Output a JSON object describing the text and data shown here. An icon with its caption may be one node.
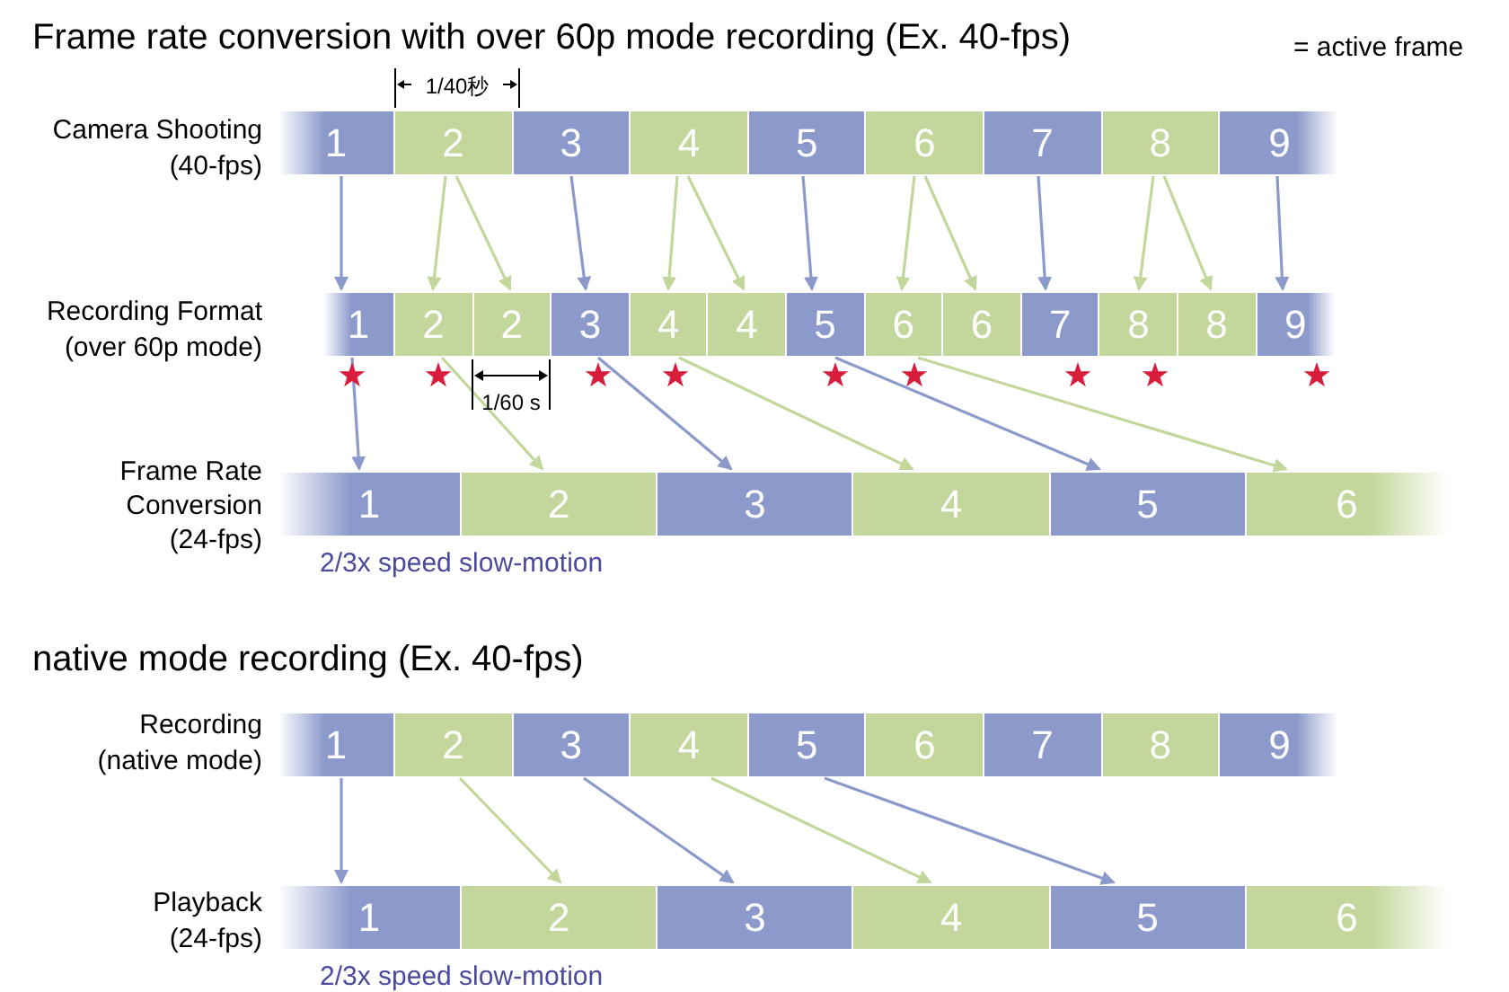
{
  "diagram": {
    "title": "Frame rate conversion with over 60p mode recording (Ex. 40-fps)",
    "nodes": [
      {
        "text": [
          "1"
        ]
      },
      {
        "text": [
          "2"
        ]
      },
      {
        "text": [
          "3"
        ]
      },
      {
        "text": [
          "4"
        ]
      },
      {
        "text": [
          "5"
        ]
      },
      {
        "text": [
          "6"
        ]
      },
      {
        "text": [
          "7"
        ]
      },
      {
        "text": [
          "8"
        ]
      },
      {
        "text": [
          "9"
        ]
      },
      {
        "text": [
          "1"
        ]
      },
      {
        "text": [
          "2"
        ]
      },
      {
        "text": [
          "2"
        ]
      },
      {
        "text": [
          "3"
        ]
      },
      {
        "text": [
          "4"
        ]
      },
      {
        "text": [
          "4"
        ]
      },
      {
        "text": [
          "5"
        ]
      },
      {
        "text": [
          "6"
        ]
      },
      {
        "text": [
          "6"
        ]
      },
      {
        "text": [
          "7"
        ]
      },
      {
        "text": [
          "8"
        ]
      },
      {
        "text": [
          "8"
        ]
      },
      {
        "text": [
          "9"
        ]
      },
      {
        "text": [
          "1"
        ]
      },
      {
        "text": [
          "2"
        ]
      },
      {
        "text": [
          "3"
        ]
      },
      {
        "text": [
          "4"
        ]
      },
      {
        "text": [
          "5"
        ]
      },
      {
        "text": [
          "6"
        ]
      },
      {
        "text": [
          "1"
        ]
      },
      {
        "text": [
          "2"
        ]
      },
      {
        "text": [
          "3"
        ]
      },
      {
        "text": [
          "4"
        ]
      },
      {
        "text": [
          "5"
        ]
      },
      {
        "text": [
          "6"
        ]
      },
      {
        "text": [
          "7"
        ]
      },
      {
        "text": [
          "8"
        ]
      },
      {
        "text": [
          "9"
        ]
      },
      {
        "text": [
          "1"
        ]
      },
      {
        "text": [
          "2"
        ]
      },
      {
        "text": [
          "3"
        ]
      },
      {
        "text": [
          "4"
        ]
      },
      {
        "text": [
          "5"
        ]
      },
      {
        "text": [
          "6"
        ]
      }
    ],
    "edges": [
      {
        "from": 0,
        "to": 9,
        "arrow": "to",
        "color": "#8c9acb"
      },
      {
        "from": 1,
        "to": 10,
        "arrow": "to",
        "color": "#c3d79c"
      },
      {
        "from": 1,
        "to": 11,
        "arrow": "to",
        "color": "#c3d79c"
      },
      {
        "from": 2,
        "to": 12,
        "arrow": "to",
        "color": "#8c9acb"
      },
      {
        "from": 3,
        "to": 13,
        "arrow": "to",
        "color": "#c3d79c"
      },
      {
        "from": 3,
        "to": 14,
        "arrow": "to",
        "color": "#c3d79c"
      },
      {
        "from": 4,
        "to": 15,
        "arrow": "to",
        "color": "#8c9acb"
      },
      {
        "from": 5,
        "to": 16,
        "arrow": "to",
        "color": "#c3d79c"
      },
      {
        "from": 5,
        "to": 17,
        "arrow": "to",
        "color": "#c3d79c"
      },
      {
        "from": 6,
        "to": 18,
        "arrow": "to",
        "color": "#8c9acb"
      },
      {
        "from": 7,
        "to": 19,
        "arrow": "to",
        "color": "#c3d79c"
      },
      {
        "from": 7,
        "to": 20,
        "arrow": "to",
        "color": "#c3d79c"
      },
      {
        "from": 8,
        "to": 21,
        "arrow": "to",
        "color": "#8c9acb"
      },
      {
        "from": 9,
        "to": 22,
        "arrow": "to",
        "color": "#8c9acb"
      },
      {
        "from": 10,
        "to": 23,
        "arrow": "to",
        "color": "#c3d79c"
      },
      {
        "from": 12,
        "to": 24,
        "arrow": "to",
        "color": "#8c9acb"
      },
      {
        "from": 13,
        "to": 25,
        "arrow": "to",
        "color": "#c3d79c"
      },
      {
        "from": 15,
        "to": 26,
        "arrow": "to",
        "color": "#8c9acb"
      },
      {
        "from": 16,
        "to": 27,
        "arrow": "to",
        "color": "#c3d79c"
      },
      {
        "from": 28,
        "to": 37,
        "arrow": "to",
        "color": "#8c9acb"
      },
      {
        "from": 29,
        "to": 38,
        "arrow": "to",
        "color": "#c3d79c"
      },
      {
        "from": 30,
        "to": 39,
        "arrow": "to",
        "color": "#8c9acb"
      },
      {
        "from": 31,
        "to": 40,
        "arrow": "to",
        "color": "#c3d79c"
      },
      {
        "from": 32,
        "to": 41,
        "arrow": "to",
        "color": "#8c9acb"
      }
    ],
    "labels": [
      "= active frame",
      "1/40秒",
      "Camera Shooting (40-fps)",
      "Recording Format (over 60p mode)",
      "1/60 s",
      "Frame Rate Conversion (24-fps)",
      "2/3x speed slow-motion",
      "native mode recording (Ex. 40-fps)",
      "Recording (native mode)",
      "Playback (24-fps)",
      "2/3x speed slow-motion"
    ]
  }
}
